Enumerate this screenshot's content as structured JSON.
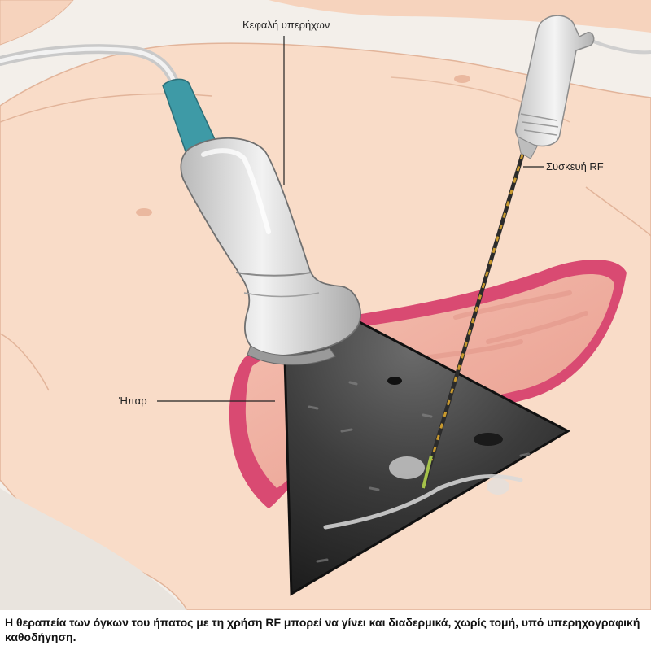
{
  "labels": {
    "probe": "Κεφαλή υπερήχων",
    "rf_device": "Συσκευή RF",
    "liver": "Ήπαρ"
  },
  "caption": "Η θεραπεία των όγκων του ήπατος με τη χρήση RF μπορεί να γίνει και διαδερμικά, χωρίς τομή, υπό υπερηχογραφική καθοδήγηση.",
  "colors": {
    "skin": "#f9dcc8",
    "skin_shadow": "#efc3aa",
    "liver_edge": "#d94a72",
    "liver_fill": "#f1b2a4",
    "ultrasound_bg": "#2a2a2a",
    "probe_body": "#dcdcdc",
    "probe_cable_tip": "#3e9aa6"
  }
}
